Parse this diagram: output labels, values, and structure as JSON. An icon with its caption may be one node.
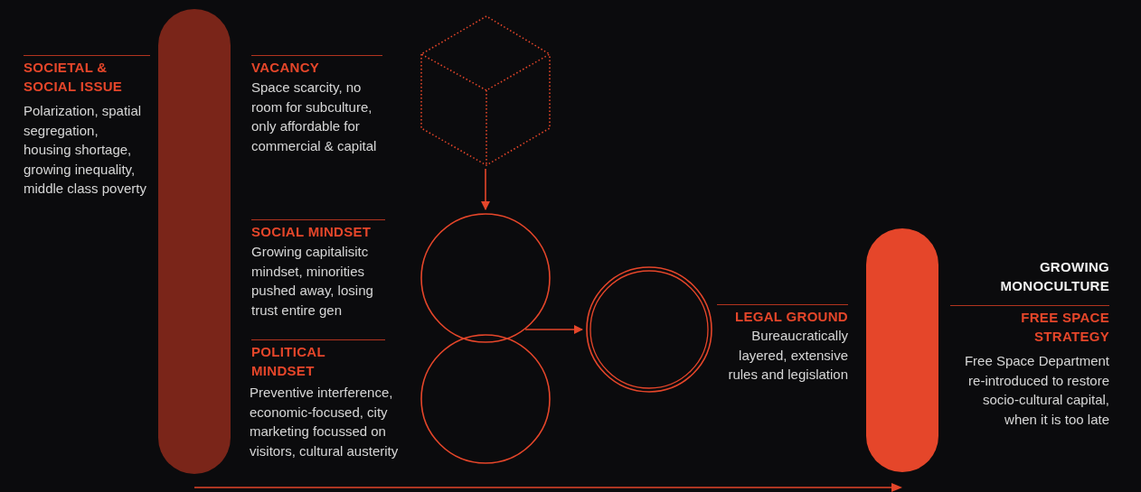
{
  "diagram": {
    "nodes": [
      {
        "text": [],
        "shape": "bar"
      },
      {
        "text": [],
        "shape": "cube"
      },
      {
        "text": [],
        "shape": "circle"
      },
      {
        "text": [],
        "shape": "circle"
      },
      {
        "text": [],
        "shape": "circle"
      },
      {
        "text": [],
        "shape": "bar"
      }
    ],
    "edges": [
      {
        "from": 1,
        "to": 2,
        "arrow": "to"
      },
      {
        "from": 2,
        "to": 4,
        "arrow": "to"
      }
    ],
    "labels": [
      "SOCIETAL & SOCIAL ISSUE",
      "Polarization, spatial segregation, housing shortage, growing inequality, middle class poverty",
      "VACANCY",
      "Space scarcity, no room for subculture, only affordable for commercial & capital",
      "SOCIAL MINDSET",
      "Growing capitalisitc mindset, minorities pushed away, losing trust entire gen",
      "POLITICAL MINDSET",
      "Preventive interference, economic-focused, city marketing focussed on visitors, cultural austerity",
      "LEGAL GROUND",
      "Bureaucratically layered, extensive rules and legislation",
      "GROWING MONOCULTURE",
      "FREE SPACE STRATEGY",
      "Free Space Department re-introduced to restore socio-cultural capital, when it is too late"
    ]
  }
}
